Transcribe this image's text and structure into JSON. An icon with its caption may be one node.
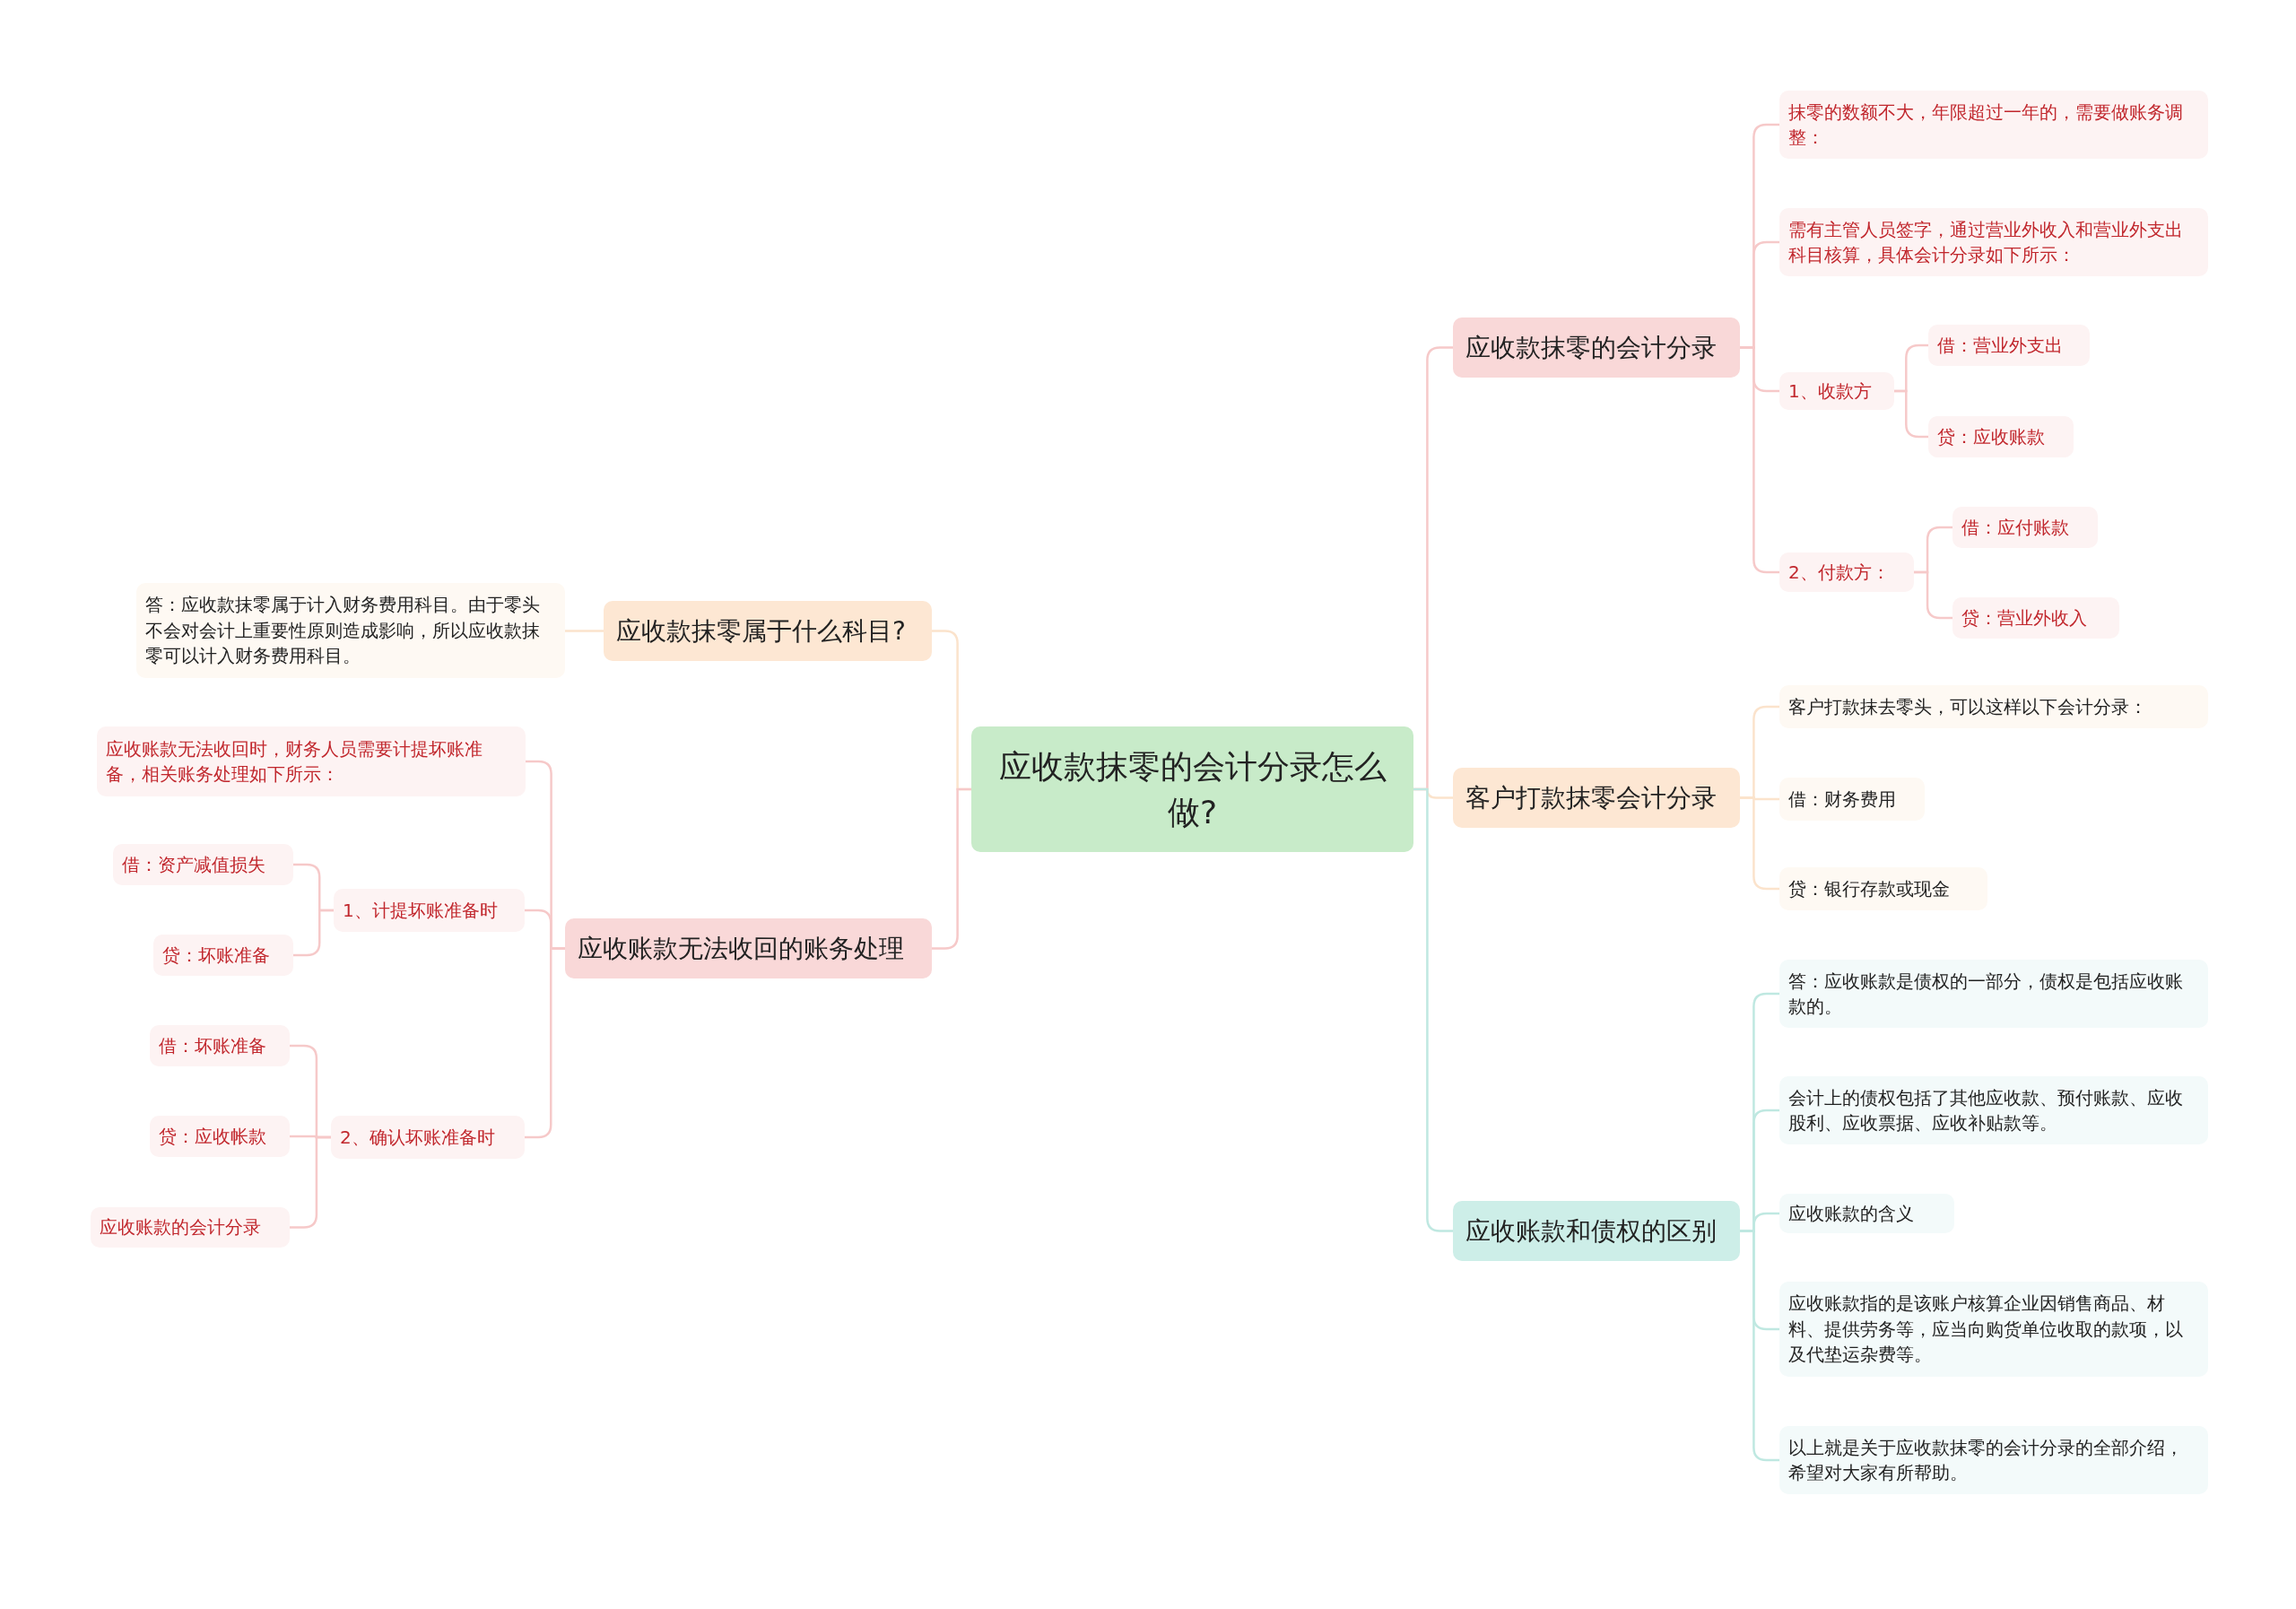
{
  "diagram": {
    "nodes": [
      {
        "text": [
          "应收款抹零的会计分录怎么做?"
        ]
      },
      {
        "text": [
          "应收款抹零的会计分录"
        ]
      },
      {
        "text": [
          "抹零的数额不大，年限超过一年的，需要做账务调整："
        ]
      },
      {
        "text": [
          "需有主管人员签字，通过营业外收入和营业外支出科目核算，具体会计分录如下所示："
        ]
      },
      {
        "text": [
          "1、收款方"
        ]
      },
      {
        "text": [
          "借：营业外支出"
        ]
      },
      {
        "text": [
          "贷：应收账款"
        ]
      },
      {
        "text": [
          "2、付款方："
        ]
      },
      {
        "text": [
          "借：应付账款"
        ]
      },
      {
        "text": [
          "贷：营业外收入"
        ]
      },
      {
        "text": [
          "客户打款抹零会计分录"
        ]
      },
      {
        "text": [
          "客户打款抹去零头，可以这样以下会计分录："
        ]
      },
      {
        "text": [
          "借：财务费用"
        ]
      },
      {
        "text": [
          "贷：银行存款或现金"
        ]
      },
      {
        "text": [
          "应收账款和债权的区别"
        ]
      },
      {
        "text": [
          "答：应收账款是债权的一部分，债权是包括应收账款的。"
        ]
      },
      {
        "text": [
          "会计上的债权包括了其他应收款、预付账款、应收股利、应收票据、应收补贴款等。"
        ]
      },
      {
        "text": [
          "应收账款的含义"
        ]
      },
      {
        "text": [
          "应收账款指的是该账户核算企业因销售商品、材料、提供劳务等，应当向购货单位收取的款项，以及代垫运杂费等。"
        ]
      },
      {
        "text": [
          "以上就是关于应收款抹零的会计分录的全部介绍，希望对大家有所帮助。"
        ]
      },
      {
        "text": [
          "应收款抹零属于什么科目?"
        ]
      },
      {
        "text": [
          "答：应收款抹零属于计入财务费用科目。由于零头不会对会计上重要性原则造成影响，所以应收款抹零可以计入财务费用科目。"
        ]
      },
      {
        "text": [
          "应收账款无法收回的账务处理"
        ]
      },
      {
        "text": [
          "应收账款无法收回时，财务人员需要计提坏账准备，相关账务处理如下所示："
        ]
      },
      {
        "text": [
          "1、计提坏账准备时"
        ]
      },
      {
        "text": [
          "借：资产减值损失"
        ]
      },
      {
        "text": [
          "贷：坏账准备"
        ]
      },
      {
        "text": [
          "2、确认坏账准备时"
        ]
      },
      {
        "text": [
          "借：坏账准备"
        ]
      },
      {
        "text": [
          "贷：应收帐款"
        ]
      },
      {
        "text": [
          "应收账款的会计分录"
        ]
      }
    ],
    "edges": [
      {
        "from": 0,
        "to": 1,
        "arrow": "none"
      },
      {
        "from": 1,
        "to": 2,
        "arrow": "none"
      },
      {
        "from": 1,
        "to": 3,
        "arrow": "none"
      },
      {
        "from": 1,
        "to": 4,
        "arrow": "none"
      },
      {
        "from": 4,
        "to": 5,
        "arrow": "none"
      },
      {
        "from": 4,
        "to": 6,
        "arrow": "none"
      },
      {
        "from": 1,
        "to": 7,
        "arrow": "none"
      },
      {
        "from": 7,
        "to": 8,
        "arrow": "none"
      },
      {
        "from": 7,
        "to": 9,
        "arrow": "none"
      },
      {
        "from": 0,
        "to": 10,
        "arrow": "none",
        "color": "#fbe3cc"
      },
      {
        "from": 10,
        "to": 11,
        "arrow": "none",
        "color": "#fbe3cc"
      },
      {
        "from": 10,
        "to": 12,
        "arrow": "none",
        "color": "#fbe3cc"
      },
      {
        "from": 10,
        "to": 13,
        "arrow": "none",
        "color": "#fbe3cc"
      },
      {
        "from": 0,
        "to": 14,
        "arrow": "none",
        "color": "#bfe8e1"
      },
      {
        "from": 14,
        "to": 15,
        "arrow": "none",
        "color": "#bfe8e1"
      },
      {
        "from": 14,
        "to": 16,
        "arrow": "none",
        "color": "#bfe8e1"
      },
      {
        "from": 14,
        "to": 17,
        "arrow": "none",
        "color": "#bfe8e1"
      },
      {
        "from": 14,
        "to": 18,
        "arrow": "none",
        "color": "#bfe8e1"
      },
      {
        "from": 14,
        "to": 19,
        "arrow": "none",
        "color": "#bfe8e1"
      },
      {
        "from": 0,
        "to": 20,
        "arrow": "none",
        "color": "#fbe3cc"
      },
      {
        "from": 20,
        "to": 21,
        "arrow": "none",
        "color": "#fbe3cc"
      },
      {
        "from": 0,
        "to": 22,
        "arrow": "none"
      },
      {
        "from": 22,
        "to": 23,
        "arrow": "none"
      },
      {
        "from": 22,
        "to": 24,
        "arrow": "none"
      },
      {
        "from": 24,
        "to": 25,
        "arrow": "none"
      },
      {
        "from": 24,
        "to": 26,
        "arrow": "none"
      },
      {
        "from": 22,
        "to": 27,
        "arrow": "none"
      },
      {
        "from": 27,
        "to": 28,
        "arrow": "none"
      },
      {
        "from": 27,
        "to": 29,
        "arrow": "none"
      },
      {
        "from": 27,
        "to": 30,
        "arrow": "none"
      }
    ]
  }
}
